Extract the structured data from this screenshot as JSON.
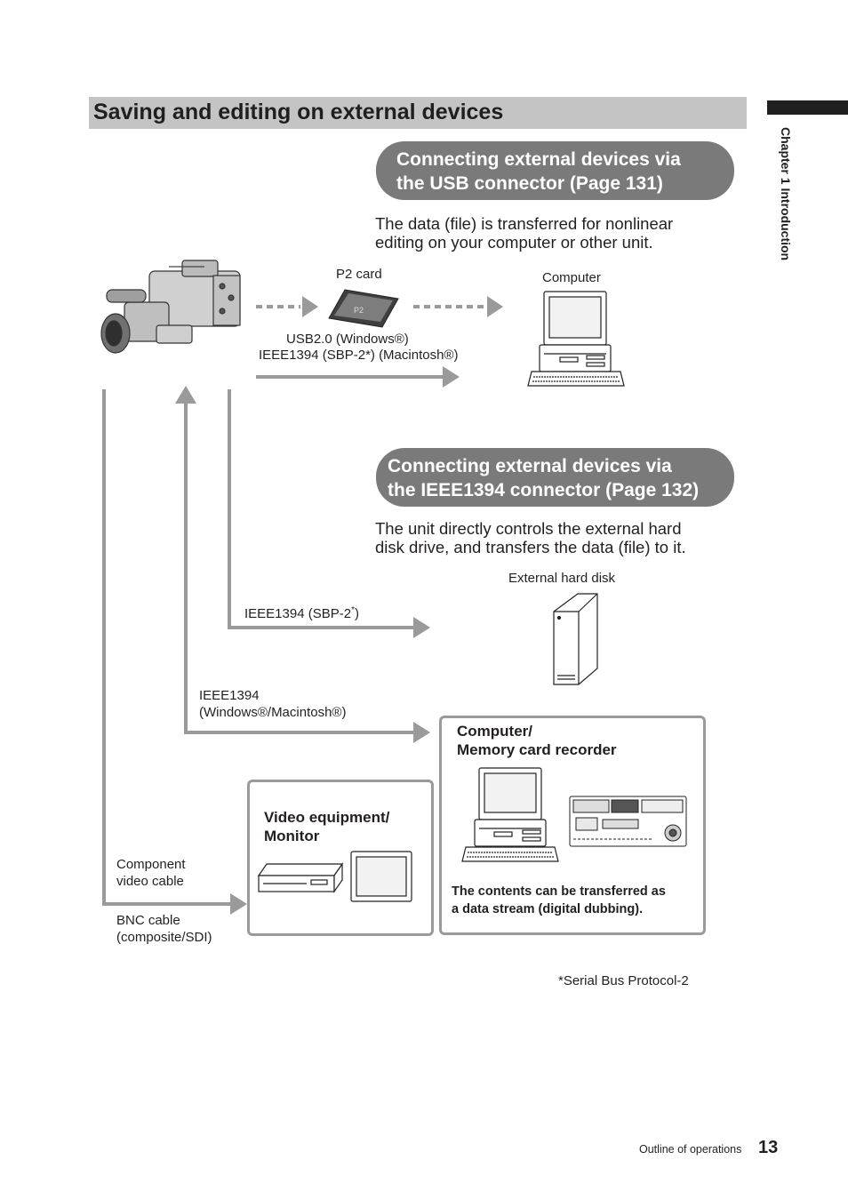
{
  "page": {
    "section_title": "Saving and editing on external devices",
    "chapter_label": "Chapter 1 Introduction",
    "footer_label": "Outline of operations",
    "page_number": "13"
  },
  "usb_section": {
    "heading_line1": "Connecting external devices via",
    "heading_line2": "the USB connector (Page 131)",
    "desc_line1": "The data (file) is transferred for nonlinear",
    "desc_line2": "editing on your computer or other unit.",
    "p2_card_label": "P2 card",
    "computer_label": "Computer",
    "usb_label": "USB2.0 (Windows®)",
    "ieee_label": "IEEE1394 (SBP-2*) (Macintosh®)"
  },
  "ieee_section": {
    "heading_line1": "Connecting external devices via",
    "heading_line2": "the IEEE1394 connector (Page 132)",
    "desc_line1": "The unit directly controls the external hard",
    "desc_line2": "disk drive, and transfers the data (file) to it.",
    "hdd_label": "External hard disk",
    "sbp2_label": "IEEE1394 (SBP-2",
    "sbp2_asterisk": "*",
    "sbp2_close": ")",
    "ieee1394_label": "IEEE1394",
    "win_mac_label": "(Windows®/Macintosh®)"
  },
  "recorder_box": {
    "title_line1": "Computer/",
    "title_line2": "Memory card recorder",
    "note_line1": "The contents can be transferred as",
    "note_line2": "a data stream (digital dubbing)."
  },
  "video_box": {
    "title_line1": "Video equipment/",
    "title_line2": "Monitor"
  },
  "cables": {
    "component_line1": "Component",
    "component_line2": "video cable",
    "bnc_line1": "BNC cable",
    "bnc_line2": "(composite/SDI)"
  },
  "footnote": "*Serial Bus Protocol-2",
  "colors": {
    "arrow_gray": "#9a9a9a",
    "pill_gray": "#7a7a7a",
    "title_bar_gray": "#c4c4c4"
  }
}
